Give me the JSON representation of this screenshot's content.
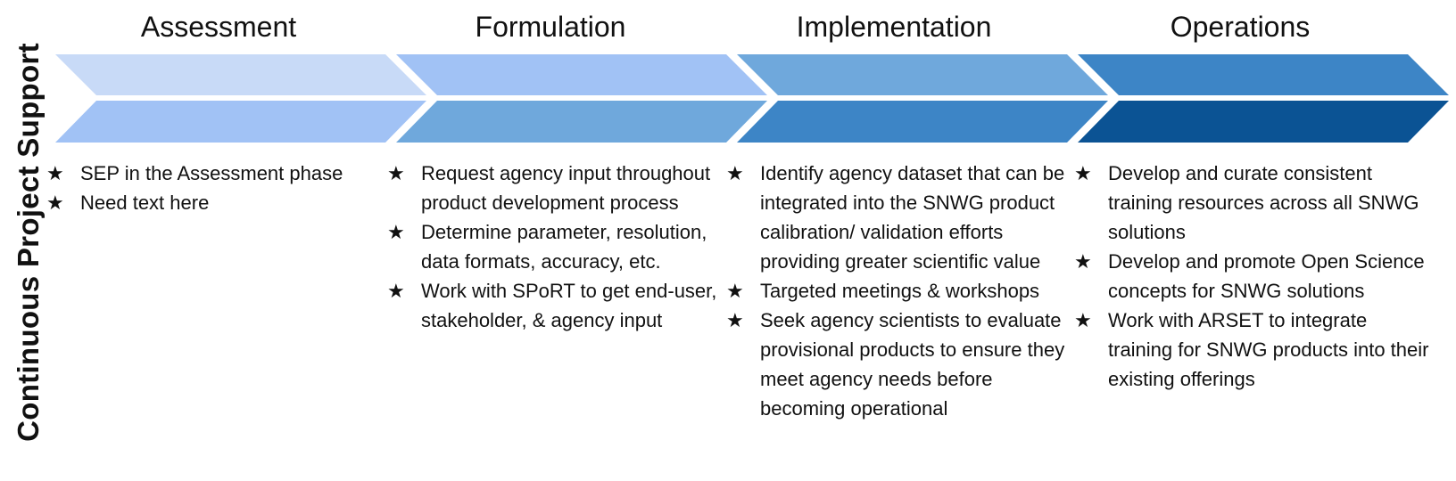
{
  "side_label": "Continuous Project Support",
  "phases": [
    {
      "title": "Assessment",
      "top_color": "#c8daf7",
      "bottom_color": "#a1c2f5",
      "bullets": [
        "SEP in the Assessment phase",
        "Need text here"
      ]
    },
    {
      "title": "Formulation",
      "top_color": "#a1c2f5",
      "bottom_color": "#6fa8dc",
      "bullets": [
        "Request agency input throughout product development process",
        "Determine parameter, resolution, data formats, accuracy, etc.",
        "Work with SPoRT to get end-user, stakeholder, & agency input"
      ]
    },
    {
      "title": "Implementation",
      "top_color": "#6fa8dc",
      "bottom_color": "#3d85c6",
      "bullets": [
        "Identify agency dataset that can be integrated into the SNWG product calibration/ validation efforts providing greater scientific value",
        "Targeted meetings & workshops",
        "Seek agency scientists to evaluate provisional products to ensure they meet agency needs before becoming operational"
      ]
    },
    {
      "title": "Operations",
      "top_color": "#3d85c6",
      "bottom_color": "#0b5394",
      "bullets": [
        "Develop and curate consistent training resources across all SNWG solutions",
        "Develop and promote Open Science concepts for SNWG solutions",
        "Work with ARSET to integrate training for SNWG products into their existing offerings"
      ]
    }
  ],
  "bullet_glyph": "★"
}
